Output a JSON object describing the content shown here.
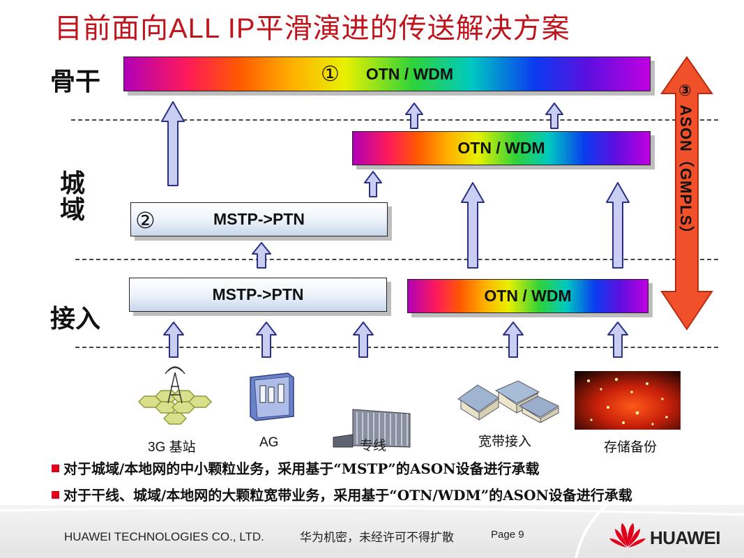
{
  "slide": {
    "title": "目前面向ALL IP平滑演进的传送解决方案",
    "layers": {
      "backbone": "骨干",
      "metro": "城域",
      "access": "接入"
    },
    "bars": {
      "backbone_num": "①",
      "backbone": "OTN / WDM",
      "metro_otn": "OTN / WDM",
      "metro_mstp_num": "②",
      "metro_mstp": "MSTP->PTN",
      "access_mstp": "MSTP->PTN",
      "access_otn": "OTN / WDM"
    },
    "side_label": "③ ASON（GMPLS）",
    "icons": [
      {
        "name": "cell-tower-icon",
        "caption": "3G 基站"
      },
      {
        "name": "ag-device-icon",
        "caption": "AG"
      },
      {
        "name": "building-icon",
        "caption": "专线"
      },
      {
        "name": "houses-icon",
        "caption": "宽带接入"
      },
      {
        "name": "fiber-optic-icon",
        "caption": "存储备份"
      }
    ],
    "bullets": [
      "对于城域/本地网的中小颗粒业务，采用基于“MSTP”的ASON设备进行承载",
      "对于干线、城域/本地网的大颗粒宽带业务，采用基于“OTN/WDM”的ASON设备进行承载"
    ],
    "colors": {
      "title": "#c0141c",
      "arrow_fill": "#c9cef2",
      "side_arrow": "#f0502a",
      "bullet": "#e0001a",
      "logo": "#e0001a"
    }
  },
  "footer": {
    "company": "HUAWEI TECHNOLOGIES CO., LTD.",
    "confidential": "华为机密，未经许可不得扩散",
    "page": "Page 9",
    "logo_text": "HUAWEI"
  }
}
